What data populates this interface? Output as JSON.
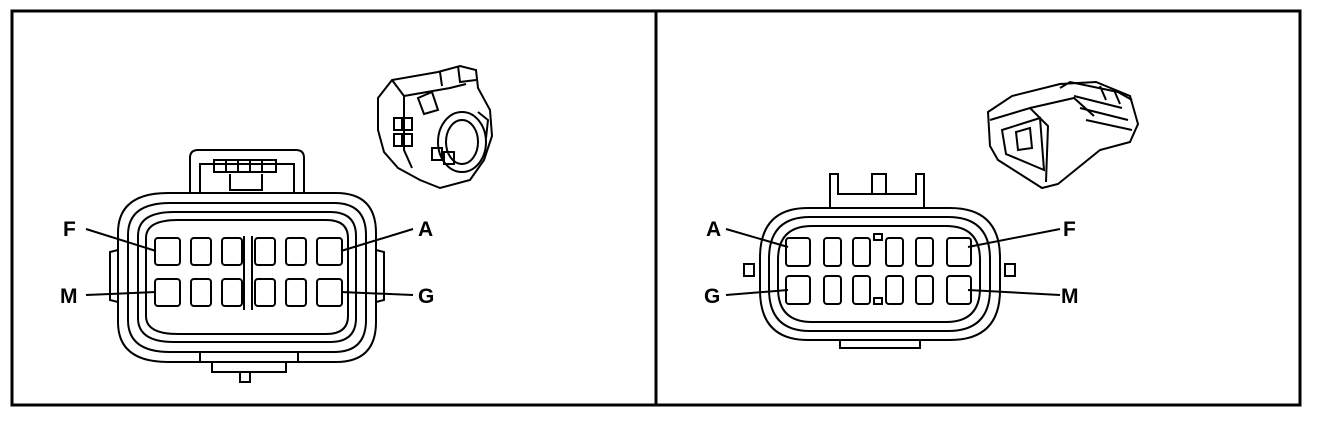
{
  "panels": [
    {
      "id": "female-connector",
      "pin_labels": {
        "top_left": "F",
        "top_right": "A",
        "bottom_left": "M",
        "bottom_right": "G"
      }
    },
    {
      "id": "male-connector",
      "pin_labels": {
        "top_left": "A",
        "top_right": "F",
        "bottom_left": "G",
        "bottom_right": "M"
      }
    }
  ],
  "colors": {
    "line": "#000000",
    "background": "#ffffff"
  }
}
